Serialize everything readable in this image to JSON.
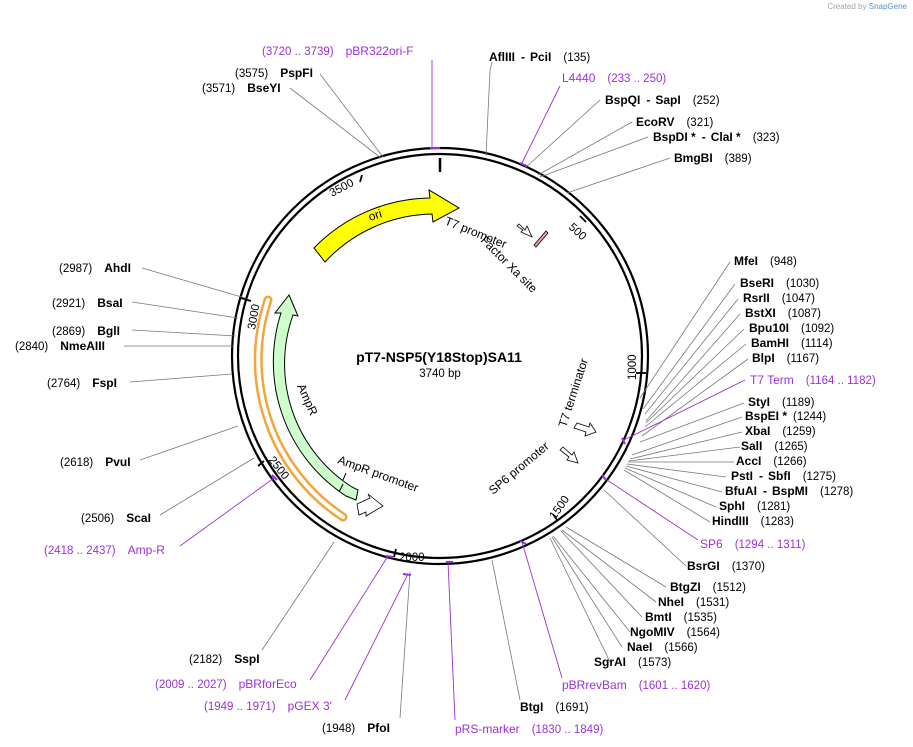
{
  "credit": {
    "prefix": "Created by",
    "brand": "SnapGene"
  },
  "plasmid": {
    "name": "pT7-NSP5(Y18Stop)SA11",
    "length": "3740 bp"
  },
  "ticks": [
    "500",
    "1000",
    "1500",
    "2000",
    "2500",
    "3000",
    "3500"
  ],
  "features": {
    "ori": "ori",
    "ampr": "AmpR",
    "ampr_promoter": "AmpR promoter",
    "t7_promoter": "T7 promoter",
    "factor_xa": "Factor Xa site",
    "t7_terminator": "T7 terminator",
    "sp6_promoter": "SP6 promoter"
  },
  "enzymes": {
    "afliii": {
      "name": "AflIII",
      "pos": "(135)"
    },
    "pcii": {
      "name": "PciI"
    },
    "bspqi": {
      "name": "BspQI",
      "pos": "(252)"
    },
    "sapi": {
      "name": "SapI"
    },
    "ecorv": {
      "name": "EcoRV",
      "pos": "(321)"
    },
    "bspdi": {
      "name": "BspDI *",
      "pos": "(323)"
    },
    "clai": {
      "name": "ClaI *"
    },
    "bmgbi": {
      "name": "BmgBI",
      "pos": "(389)"
    },
    "mfei": {
      "name": "MfeI",
      "pos": "(948)"
    },
    "bseri": {
      "name": "BseRI",
      "pos": "(1030)"
    },
    "rsrii": {
      "name": "RsrII",
      "pos": "(1047)"
    },
    "bstxi": {
      "name": "BstXI",
      "pos": "(1087)"
    },
    "bpu10i": {
      "name": "Bpu10I",
      "pos": "(1092)"
    },
    "bamhi": {
      "name": "BamHI",
      "pos": "(1114)"
    },
    "blpi": {
      "name": "BlpI",
      "pos": "(1167)"
    },
    "styi": {
      "name": "StyI",
      "pos": "(1189)"
    },
    "bspei": {
      "name": "BspEI *",
      "pos": "(1244)"
    },
    "xbai": {
      "name": "XbaI",
      "pos": "(1259)"
    },
    "sali": {
      "name": "SalI",
      "pos": "(1265)"
    },
    "acci": {
      "name": "AccI",
      "pos": "(1266)"
    },
    "psti": {
      "name": "PstI",
      "pos": "(1275)"
    },
    "sbfi": {
      "name": "SbfI"
    },
    "bfuai": {
      "name": "BfuAI",
      "pos": "(1278)"
    },
    "bspmi": {
      "name": "BspMI"
    },
    "sphi": {
      "name": "SphI",
      "pos": "(1281)"
    },
    "hindiii": {
      "name": "HindIII",
      "pos": "(1283)"
    },
    "bsrgi": {
      "name": "BsrGI",
      "pos": "(1370)"
    },
    "btgzi": {
      "name": "BtgZI",
      "pos": "(1512)"
    },
    "nhei": {
      "name": "NheI",
      "pos": "(1531)"
    },
    "bmti": {
      "name": "BmtI",
      "pos": "(1535)"
    },
    "ngomiv": {
      "name": "NgoMIV",
      "pos": "(1564)"
    },
    "naei": {
      "name": "NaeI",
      "pos": "(1566)"
    },
    "sgrai": {
      "name": "SgrAI",
      "pos": "(1573)"
    },
    "btgi": {
      "name": "BtgI",
      "pos": "(1691)"
    },
    "pfoi": {
      "name": "PfoI",
      "pos": "(1948)"
    },
    "sspi": {
      "name": "SspI",
      "pos": "(2182)"
    },
    "scai": {
      "name": "ScaI",
      "pos": "(2506)"
    },
    "pvui": {
      "name": "PvuI",
      "pos": "(2618)"
    },
    "fspi": {
      "name": "FspI",
      "pos": "(2764)"
    },
    "nmeaiii": {
      "name": "NmeAIII",
      "pos": "(2840)"
    },
    "bgli": {
      "name": "BglI",
      "pos": "(2869)"
    },
    "bsai": {
      "name": "BsaI",
      "pos": "(2921)"
    },
    "ahdi": {
      "name": "AhdI",
      "pos": "(2987)"
    },
    "bseyi": {
      "name": "BseYI",
      "pos": "(3571)"
    },
    "pspfi": {
      "name": "PspFI",
      "pos": "(3575)"
    }
  },
  "primers": {
    "pbr322ori": {
      "name": "pBR322ori-F",
      "range": "(3720 .. 3739)"
    },
    "l4440": {
      "name": "L4440",
      "range": "(233 .. 250)"
    },
    "t7term": {
      "name": "T7 Term",
      "range": "(1164 .. 1182)"
    },
    "sp6": {
      "name": "SP6",
      "range": "(1294 .. 1311)"
    },
    "pbrrevbam": {
      "name": "pBRrevBam",
      "range": "(1601 .. 1620)"
    },
    "prsmarker": {
      "name": "pRS-marker",
      "range": "(1830 .. 1849)"
    },
    "pgex3": {
      "name": "pGEX 3'",
      "range": "(1949 .. 1971)"
    },
    "pbrforeco": {
      "name": "pBRforEco",
      "range": "(2009 .. 2027)"
    },
    "ampr": {
      "name": "Amp-R",
      "range": "(2418 .. 2437)"
    }
  },
  "colors": {
    "ori": "#ffff00",
    "ampr": "#ccffcc",
    "orf": "#f3a53a",
    "primer": "#9b30d9"
  }
}
